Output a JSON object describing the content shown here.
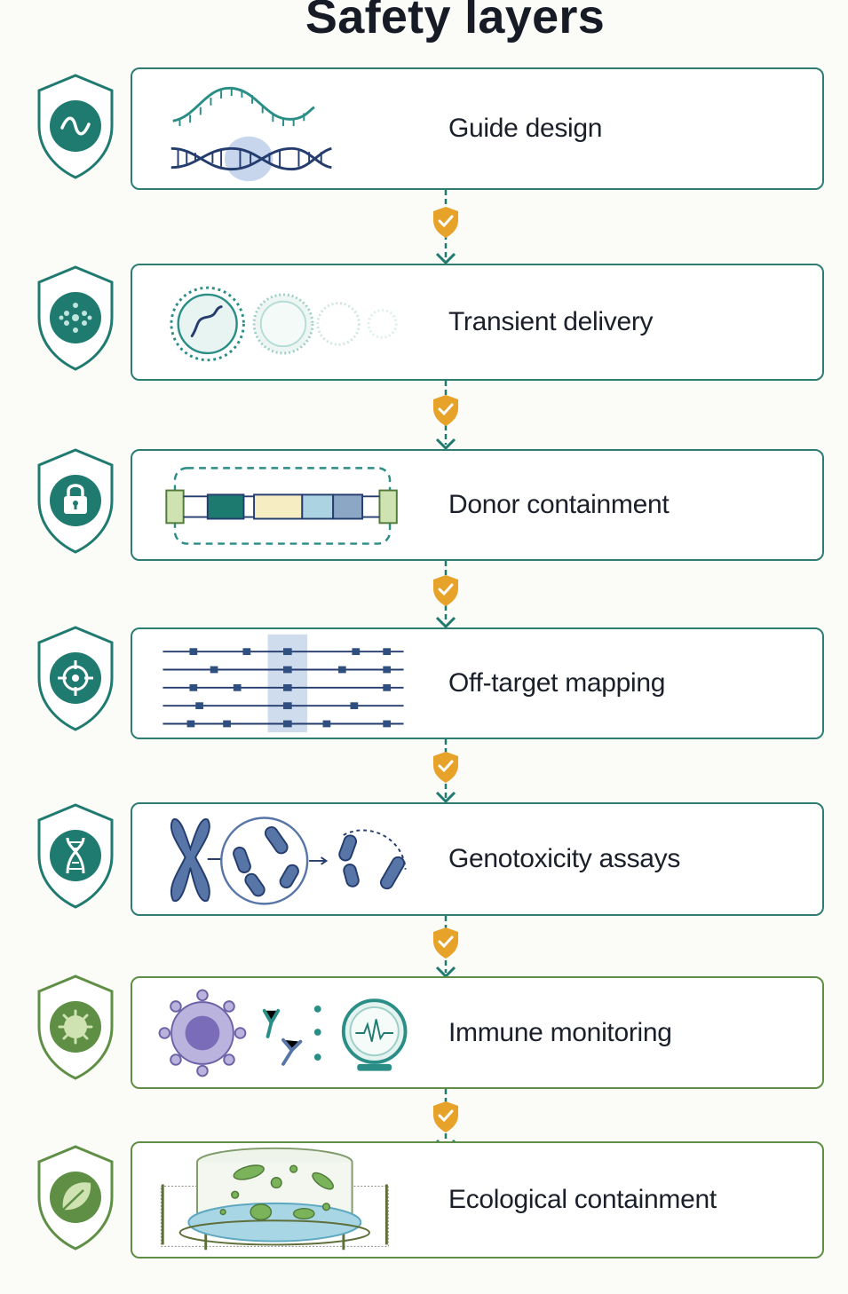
{
  "title": "Safety layers",
  "colors": {
    "teal": "#1f7a70",
    "teal_light": "#2d8c80",
    "green": "#5f8f44",
    "check_gold": "#e7a22a",
    "navy": "#2c3e6b"
  },
  "layers": [
    {
      "label": "Guide design",
      "icon": "wave-icon"
    },
    {
      "label": "Transient delivery",
      "icon": "virus-particle-icon"
    },
    {
      "label": "Donor containment",
      "icon": "lock-icon"
    },
    {
      "label": "Off-target mapping",
      "icon": "crosshair-icon"
    },
    {
      "label": "Genotoxicity assays",
      "icon": "dna-icon"
    },
    {
      "label": "Immune monitoring",
      "icon": "pathogen-icon"
    },
    {
      "label": "Ecological containment",
      "icon": "leaf-icon"
    }
  ],
  "connector_icon": "check-shield-icon"
}
